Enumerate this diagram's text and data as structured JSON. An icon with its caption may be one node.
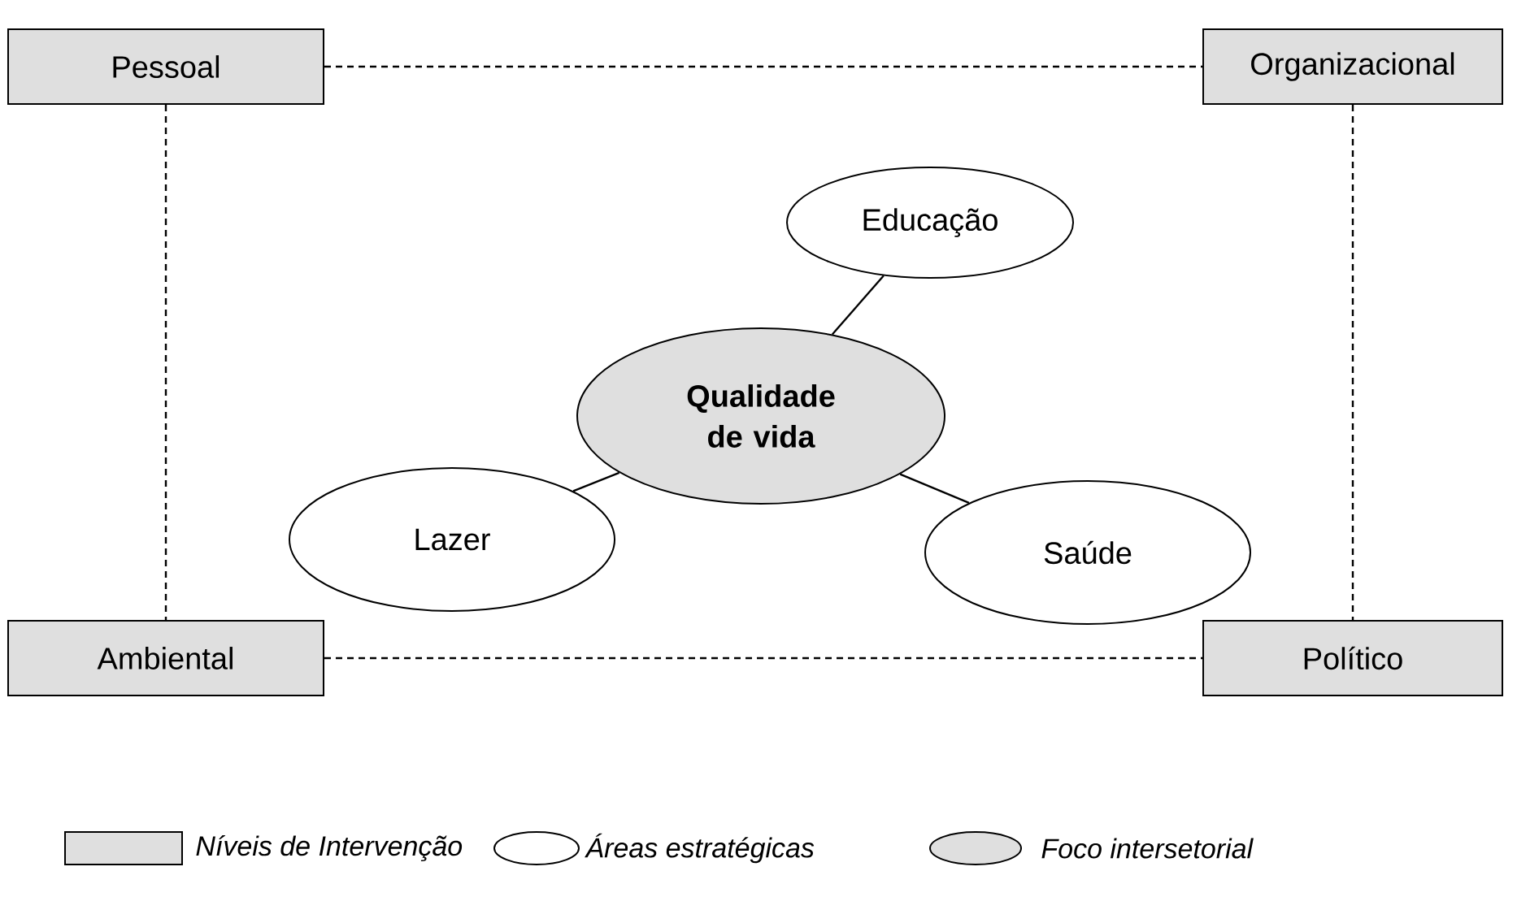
{
  "diagram": {
    "nodes": [
      {
        "text": [
          "Pessoal"
        ]
      },
      {
        "text": [
          "Organizacional"
        ]
      },
      {
        "text": [
          "Educação"
        ]
      },
      {
        "text": [
          "Qualidade de vida"
        ]
      },
      {
        "text": [
          "Lazer"
        ]
      },
      {
        "text": [
          "Saúde"
        ]
      },
      {
        "text": [
          "Ambiental"
        ]
      },
      {
        "text": [
          "Político"
        ]
      }
    ],
    "edges": [
      {
        "from": 0,
        "to": 1,
        "arrow": "none",
        "style": "dashed"
      },
      {
        "from": 0,
        "to": 6,
        "arrow": "none",
        "style": "dashed"
      },
      {
        "from": 1,
        "to": 7,
        "arrow": "none",
        "style": "dashed"
      },
      {
        "from": 6,
        "to": 7,
        "arrow": "none",
        "style": "dashed"
      },
      {
        "from": 2,
        "to": 3,
        "arrow": "none"
      },
      {
        "from": 3,
        "to": 4,
        "arrow": "none"
      },
      {
        "from": 3,
        "to": 5,
        "arrow": "none"
      }
    ],
    "legend": [
      {
        "text": "Níveis de Intervenção"
      },
      {
        "text": "Áreas estratégicas"
      },
      {
        "text": "Foco intersetorial"
      }
    ]
  }
}
